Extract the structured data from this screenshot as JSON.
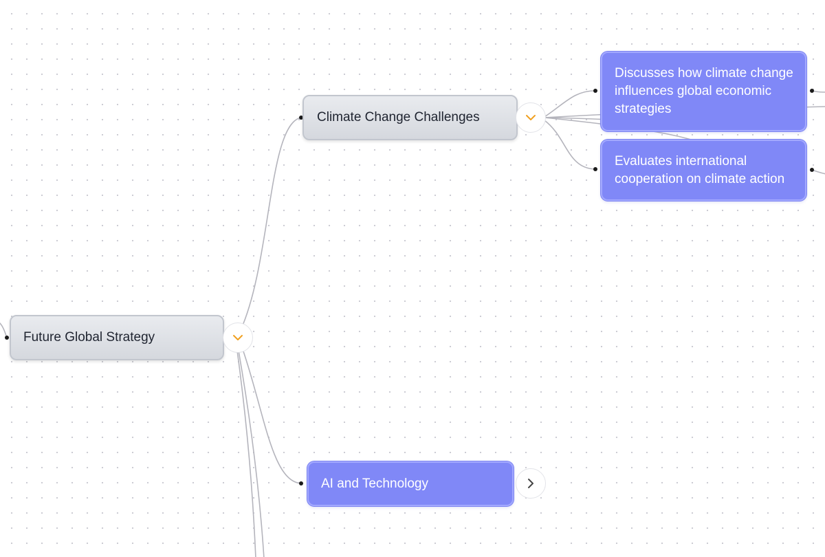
{
  "mindmap": {
    "root": {
      "label": "Future Global Strategy"
    },
    "branches": [
      {
        "label": "Climate Change Challenges",
        "expanded": true,
        "children": [
          {
            "label": "Discusses how climate change influences global economic strategies"
          },
          {
            "label": "Evaluates international cooperation on climate action"
          }
        ]
      },
      {
        "label": "AI and Technology",
        "expanded": false
      }
    ]
  },
  "toggles": {
    "root": "chevron-down-icon",
    "climate": "chevron-down-icon",
    "ai": "chevron-right-icon"
  },
  "colors": {
    "gray_node": "#dfe2e7",
    "blue_node": "#8088f7",
    "chevron_down": "#f0a020",
    "chevron_right": "#444444",
    "edge": "#b4b4bc"
  }
}
